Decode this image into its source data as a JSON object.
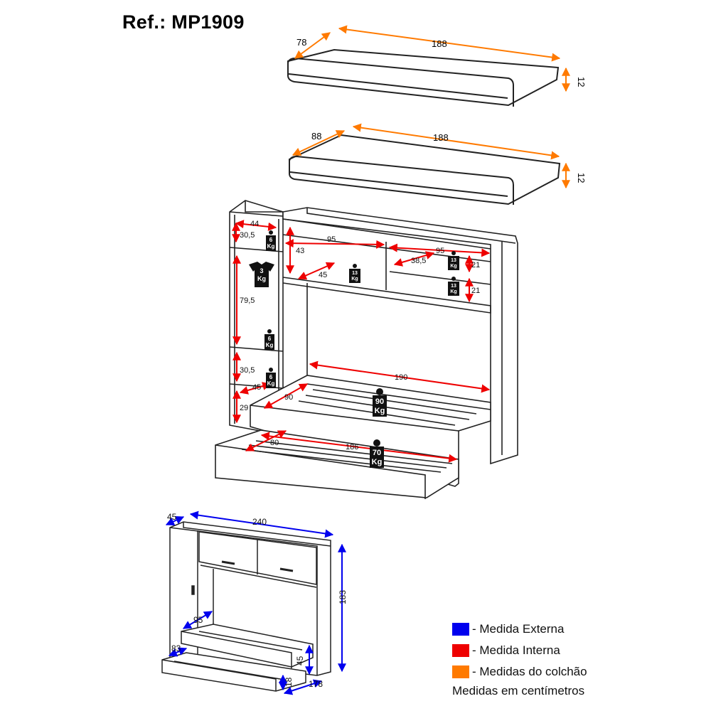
{
  "title": "Ref.: MP1909",
  "colors": {
    "external": "#0000ee",
    "internal": "#ee0000",
    "mattress": "#ff7a00",
    "line": "#222222"
  },
  "mattress_top": {
    "depth": "78",
    "length": "188",
    "height": "12"
  },
  "mattress_bottom": {
    "depth": "88",
    "length": "188",
    "height": "12"
  },
  "internal_dims": {
    "d44": "44",
    "d30_5a": "30,5",
    "d43": "43",
    "d95a": "95",
    "d95b": "95",
    "d38_5": "38,5",
    "d21a": "21",
    "d21b": "21",
    "d45a": "45",
    "d79_5": "79,5",
    "d30_5b": "30,5",
    "d45b": "45",
    "d190": "190",
    "d90": "90",
    "d29": "29",
    "d80": "80",
    "d186": "186"
  },
  "weights": {
    "w6a": [
      "6",
      "Kg"
    ],
    "w3": [
      "3",
      "Kg"
    ],
    "w13a": [
      "13",
      "Kg"
    ],
    "w13b": [
      "13",
      "Kg"
    ],
    "w13c": [
      "13",
      "Kg"
    ],
    "w6b": [
      "6",
      "Kg"
    ],
    "w6c": [
      "6",
      "Kg"
    ],
    "w90": [
      "90",
      "Kg"
    ],
    "w70": [
      "70",
      "Kg"
    ]
  },
  "external_dims": {
    "depth": "45",
    "width": "240",
    "height": "183",
    "d95": "95",
    "d83": "83",
    "d45": "45",
    "d18": "18",
    "d178": "178"
  },
  "legend": {
    "external": "- Medida Externa",
    "internal": "- Medida Interna",
    "mattress": "- Medidas do colchão",
    "note": "Medidas em centímetros"
  }
}
